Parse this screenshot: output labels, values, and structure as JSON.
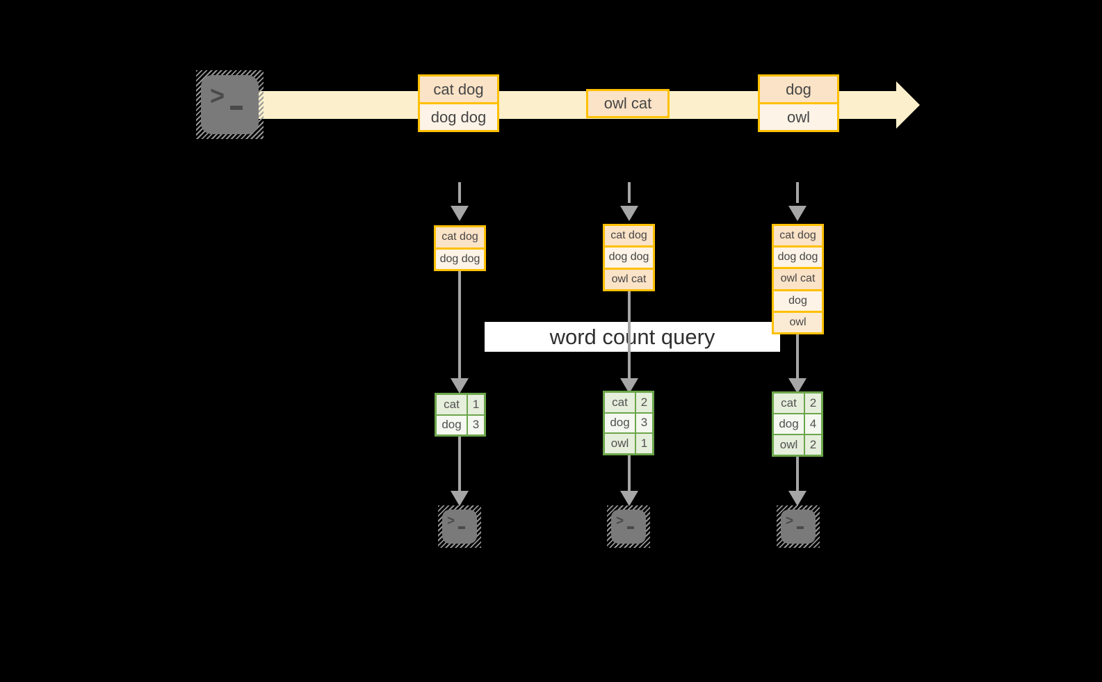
{
  "banner": {
    "label": "word count query"
  },
  "terminal": {
    "prompt": ">"
  },
  "colors": {
    "background": "#000000",
    "stream_fill": "#FBF0CB",
    "event_border": "#FFC000",
    "event_fill_dark": "#FBE3C7",
    "event_fill_light": "#FDF3E6",
    "table_border": "#6CA64B",
    "table_fill_sage": "#E6EEDC",
    "table_fill_pale": "#F4F8F0",
    "arrow_gray": "#A6A6A6",
    "terminal_gray": "#7A7A7A",
    "banner_bg": "#FFFFFF"
  },
  "stream": {
    "events": [
      {
        "lines": [
          "cat dog",
          "dog dog"
        ]
      },
      {
        "lines": [
          "owl cat"
        ]
      },
      {
        "lines": [
          "dog",
          "owl"
        ]
      }
    ]
  },
  "columns": [
    {
      "state": [
        "cat dog",
        "dog dog"
      ],
      "counts": [
        {
          "word": "cat",
          "count": 1
        },
        {
          "word": "dog",
          "count": 3
        }
      ]
    },
    {
      "state": [
        "cat dog",
        "dog dog",
        "owl cat"
      ],
      "counts": [
        {
          "word": "cat",
          "count": 2
        },
        {
          "word": "dog",
          "count": 3
        },
        {
          "word": "owl",
          "count": 1
        }
      ]
    },
    {
      "state": [
        "cat dog",
        "dog dog",
        "owl cat",
        "dog",
        "owl"
      ],
      "counts": [
        {
          "word": "cat",
          "count": 2
        },
        {
          "word": "dog",
          "count": 4
        },
        {
          "word": "owl",
          "count": 2
        }
      ]
    }
  ]
}
